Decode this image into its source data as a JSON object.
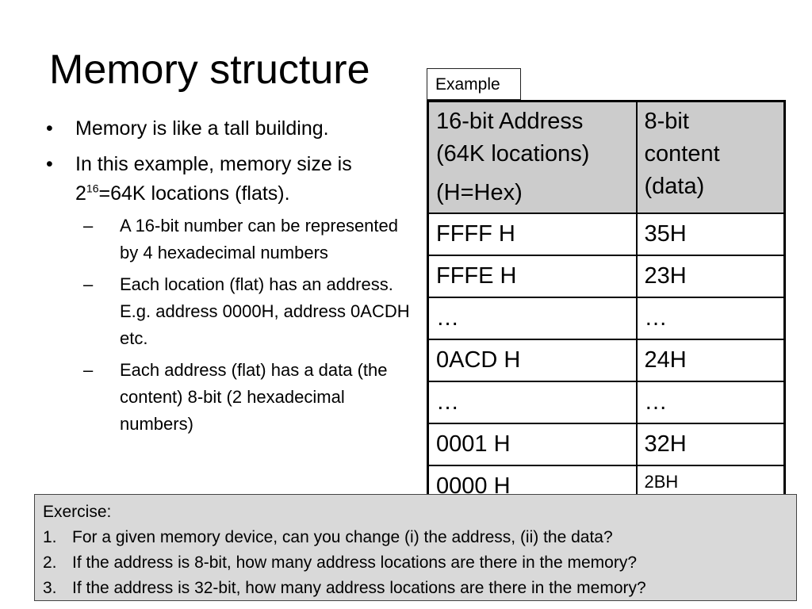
{
  "slide": {
    "title": "Memory structure"
  },
  "bullets": [
    {
      "mark": "•",
      "text": "Memory is like a tall building."
    },
    {
      "mark": "•",
      "text_before": "In this example, memory size is 2",
      "superscript": "16",
      "text_after": "=64K locations (flats).",
      "sub_bullets": [
        {
          "mark": "–",
          "text": "A 16-bit number can be represented by  4 hexadecimal numbers"
        },
        {
          "mark": "–",
          "text": "Each location (flat) has an address. E.g. address 0000H, address 0ACDH etc."
        },
        {
          "mark": "–",
          "text": "Each address (flat) has a data (the content) 8-bit (2 hexadecimal numbers)"
        }
      ]
    }
  ],
  "example": {
    "tab_label": "Example",
    "header": {
      "address_line1": "16-bit Address",
      "address_line2": "(64K locations)",
      "address_line3": "(H=Hex)",
      "content_line1": "8-bit",
      "content_line2": "content",
      "content_line3": "(data)"
    },
    "rows": [
      {
        "address": "FFFF H",
        "content": "35H"
      },
      {
        "address": "FFFE H",
        "content": "23H"
      },
      {
        "address": "…",
        "content": "…"
      },
      {
        "address": "0ACD H",
        "content": "24H"
      },
      {
        "address": "…",
        "content": "…"
      },
      {
        "address": "0001 H",
        "content": "32H"
      },
      {
        "address": "0000 H",
        "content": "2BH"
      }
    ]
  },
  "exercise": {
    "heading": "Exercise:",
    "items": [
      {
        "num": "1.",
        "text": "For a given memory device, can you change (i) the address, (ii) the data?"
      },
      {
        "num": "2.",
        "text": "If the address is 8-bit, how many address locations are there in the memory?"
      },
      {
        "num": "3.",
        "text": "If the address is 32-bit, how many address locations are there in the memory?"
      }
    ]
  },
  "colors": {
    "header_fill": "#cccccc",
    "exercise_fill": "#d9d9d9",
    "text": "#000000",
    "background": "#ffffff"
  }
}
